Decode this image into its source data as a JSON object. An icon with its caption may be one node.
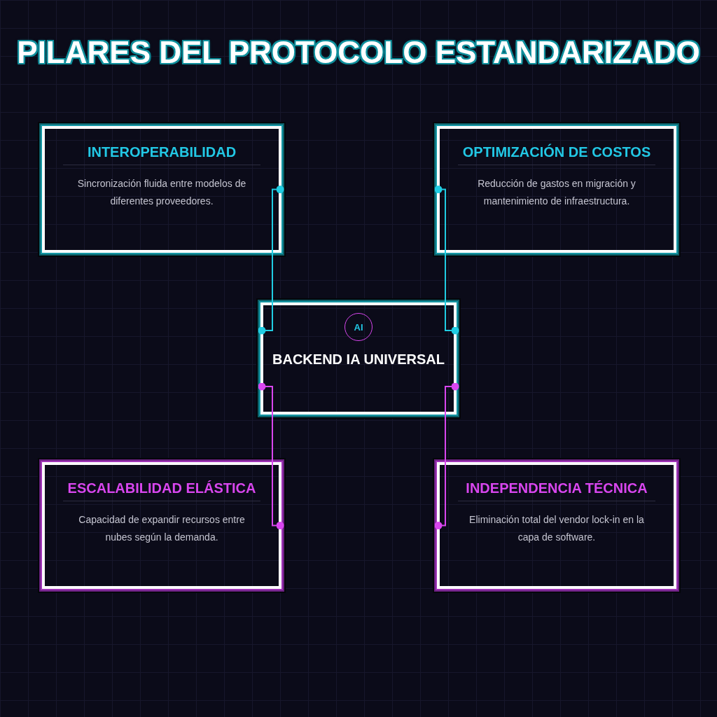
{
  "diagram": {
    "title": "PILARES DEL PROTOCOLO ESTANDARIZADO",
    "nodes": [
      {
        "text": [
          "INTEROPERABILIDAD",
          "Sincronización fluida entre modelos de diferentes proveedores."
        ]
      },
      {
        "text": [
          "OPTIMIZACIÓN DE COSTOS",
          "Reducción de gastos en migración y mantenimiento de infraestructura."
        ]
      },
      {
        "text": [
          "BACKEND IA UNIVERSAL"
        ]
      },
      {
        "text": [
          "AI"
        ],
        "in": 2
      },
      {
        "text": [
          "ESCALABILIDAD ELÁSTICA",
          "Capacidad de expandir recursos entre nubes según la demanda."
        ]
      },
      {
        "text": [
          "INDEPENDENCIA TÉCNICA",
          "Eliminación total del vendor lock-in en la capa de software."
        ]
      }
    ],
    "edges": [
      {
        "from": 2,
        "to": 0,
        "arrow": "other",
        "color": "#20cde3"
      },
      {
        "from": 2,
        "to": 1,
        "arrow": "other",
        "color": "#20cde3"
      },
      {
        "from": 2,
        "to": 4,
        "arrow": "other",
        "color": "#d946ef"
      },
      {
        "from": 2,
        "to": 5,
        "arrow": "other",
        "color": "#d946ef"
      }
    ]
  }
}
